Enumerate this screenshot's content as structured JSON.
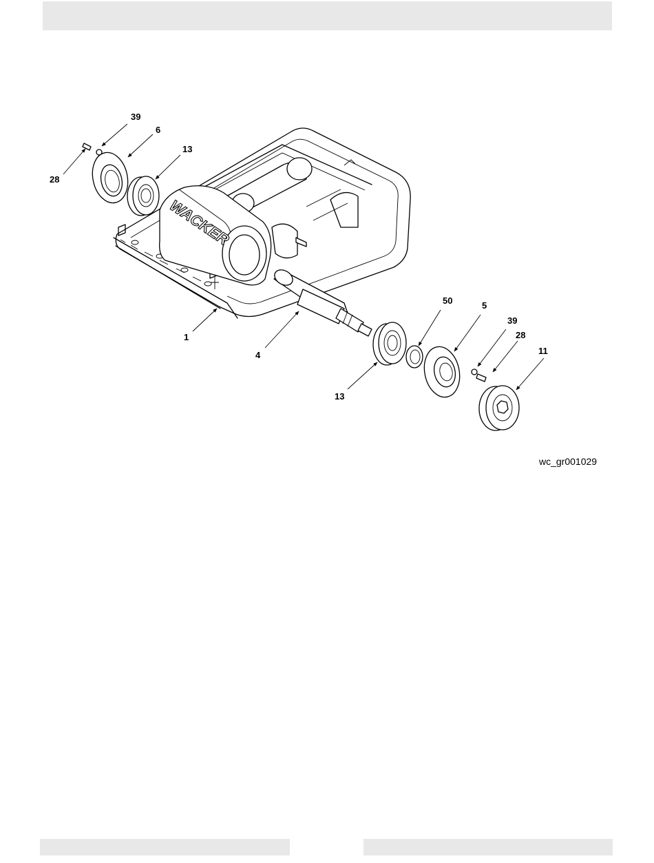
{
  "figure": {
    "id": "wc_gr001029",
    "logo_text": "WACKER",
    "callouts": {
      "c39a": "39",
      "c6": "6",
      "c13a": "13",
      "c28a": "28",
      "c1": "1",
      "c4": "4",
      "c50": "50",
      "c5": "5",
      "c39b": "39",
      "c28b": "28",
      "c11": "11",
      "c13b": "13"
    }
  }
}
